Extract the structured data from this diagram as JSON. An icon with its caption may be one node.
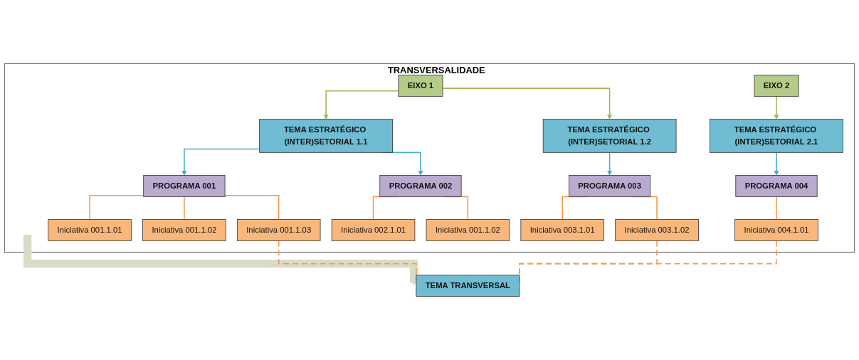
{
  "diagram": {
    "nodes": [
      {
        "text": [
          "TRANSVERSALIDADE"
        ]
      },
      {
        "text": [
          "EIXO 1"
        ],
        "in": 0
      },
      {
        "text": [
          "EIXO 2"
        ],
        "in": 0
      },
      {
        "text": [
          "TEMA ESTRATÉGICO (INTER)SETORIAL 1.1"
        ],
        "in": 0
      },
      {
        "text": [
          "TEMA ESTRATÉGICO (INTER)SETORIAL 1.2"
        ],
        "in": 0
      },
      {
        "text": [
          "TEMA ESTRATÉGICO (INTER)SETORIAL 2.1"
        ],
        "in": 0
      },
      {
        "text": [
          "PROGRAMA 001"
        ],
        "in": 0
      },
      {
        "text": [
          "PROGRAMA 002"
        ],
        "in": 0
      },
      {
        "text": [
          "PROGRAMA 003"
        ],
        "in": 0
      },
      {
        "text": [
          "PROGRAMA 004"
        ],
        "in": 0
      },
      {
        "text": [
          "Iniciativa 001.1.01"
        ],
        "in": 0
      },
      {
        "text": [
          "Iniciativa 001.1.02"
        ],
        "in": 0
      },
      {
        "text": [
          "Iniciativa 001.1.03"
        ],
        "in": 0
      },
      {
        "text": [
          "Iniciativa 002.1.01"
        ],
        "in": 0
      },
      {
        "text": [
          "Iniciativa 001.1.02"
        ],
        "in": 0
      },
      {
        "text": [
          "Iniciativa 003.1.01"
        ],
        "in": 0
      },
      {
        "text": [
          "Iniciativa 003.1.02"
        ],
        "in": 0
      },
      {
        "text": [
          "Iniciativa 004.1.01"
        ],
        "in": 0
      },
      {
        "text": [
          "TEMA TRANSVERSAL"
        ]
      }
    ],
    "edges": [
      {
        "from": null,
        "to": 18,
        "arrow": "to",
        "style": "thick",
        "color": "#d8dcc6"
      },
      {
        "from": 1,
        "to": 3,
        "arrow": "to",
        "color": "#9bbb59"
      },
      {
        "from": 1,
        "to": 4,
        "arrow": "to",
        "color": "#9bbb59"
      },
      {
        "from": 2,
        "to": 5,
        "arrow": "to",
        "color": "#9bbb59"
      },
      {
        "from": 3,
        "to": 6,
        "arrow": "to",
        "color": "#4bacc6"
      },
      {
        "from": 3,
        "to": 7,
        "arrow": "to",
        "color": "#4bacc6"
      },
      {
        "from": 4,
        "to": 8,
        "arrow": "to",
        "color": "#4bacc6"
      },
      {
        "from": 5,
        "to": 9,
        "arrow": "to",
        "color": "#4bacc6"
      },
      {
        "from": 6,
        "to": 10,
        "arrow": "none"
      },
      {
        "from": 6,
        "to": 11,
        "arrow": "none"
      },
      {
        "from": 6,
        "to": 12,
        "arrow": "none"
      },
      {
        "from": 7,
        "to": 13,
        "arrow": "none"
      },
      {
        "from": 7,
        "to": 14,
        "arrow": "none"
      },
      {
        "from": 8,
        "to": 15,
        "arrow": "none"
      },
      {
        "from": 8,
        "to": 16,
        "arrow": "none"
      },
      {
        "from": 9,
        "to": 17,
        "arrow": "none"
      },
      {
        "from": 18,
        "to": 17,
        "arrow": "none",
        "style": "dashed"
      },
      {
        "from": 18,
        "to": 16,
        "arrow": "none",
        "style": "dashed"
      },
      {
        "from": 18,
        "to": 12,
        "arrow": "none",
        "style": "dashed"
      }
    ]
  }
}
